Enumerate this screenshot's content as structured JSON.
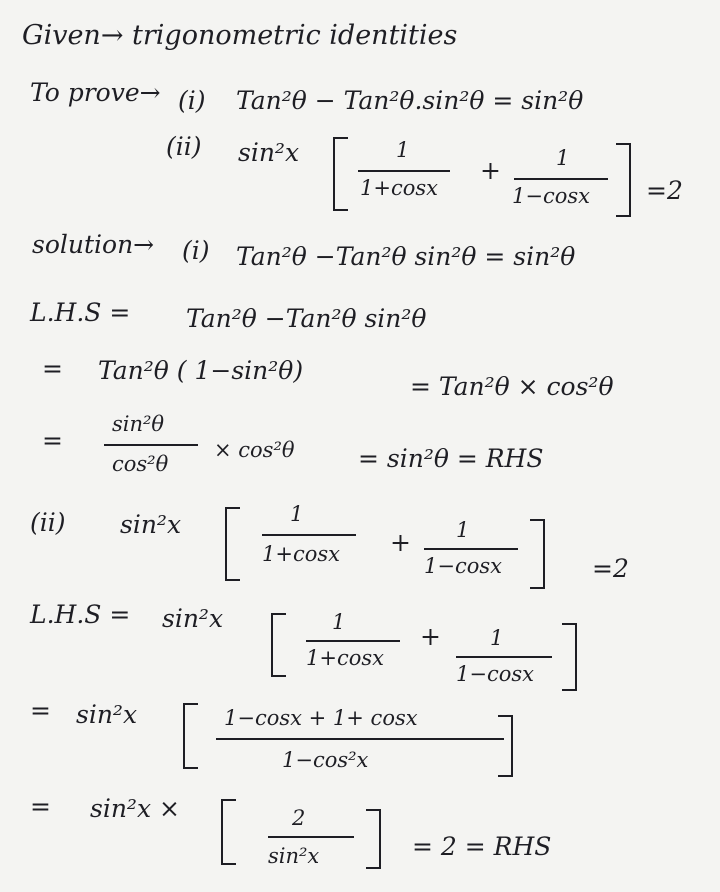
{
  "header": {
    "given": "Given→ trigonometric identities",
    "to_prove_label": "To prove→",
    "p1_num": "(i)",
    "p1_expr": "Tan²θ − Tan²θ.sin²θ = sin²θ",
    "p2_num": "(ii)",
    "p2_lead": "sin²x",
    "p2_f1_num": "1",
    "p2_f1_den": "1+cosx",
    "p2_plus": "+",
    "p2_f2_num": "1",
    "p2_f2_den": "1−cosx",
    "p2_rhs": "=2"
  },
  "solution_i": {
    "label": "solution→",
    "num": "(i)",
    "expr": "Tan²θ −Tan²θ sin²θ = sin²θ",
    "lhs_label": "L.H.S =",
    "lhs_expr": "Tan²θ −Tan²θ sin²θ",
    "s2_eq": "=",
    "s2_expr": "Tan²θ ( 1−sin²θ)",
    "s2_right": "= Tan²θ × cos²θ",
    "s3_eq": "=",
    "s3_num": "sin²θ",
    "s3_den": "cos²θ",
    "s3_mult": "× cos²θ",
    "s3_result": "= sin²θ = RHS"
  },
  "solution_ii": {
    "num": "(ii)",
    "lead": "sin²x",
    "f1_num": "1",
    "f1_den": "1+cosx",
    "plus": "+",
    "f2_num": "1",
    "f2_den": "1−cosx",
    "rhs": "=2",
    "lhs_label": "L.H.S =",
    "lhs_lead": "sin²x",
    "l_f1_num": "1",
    "l_f1_den": "1+cosx",
    "l_plus": "+",
    "l_f2_num": "1",
    "l_f2_den": "1−cosx",
    "s2_eq": "=",
    "s2_lead": "sin²x",
    "s2_num": "1−cosx + 1+ cosx",
    "s2_den": "1−cos²x",
    "s3_eq": "=",
    "s3_lead": "sin²x ×",
    "s3_num": "2",
    "s3_den": "sin²x",
    "s3_result": "= 2 = RHS"
  }
}
